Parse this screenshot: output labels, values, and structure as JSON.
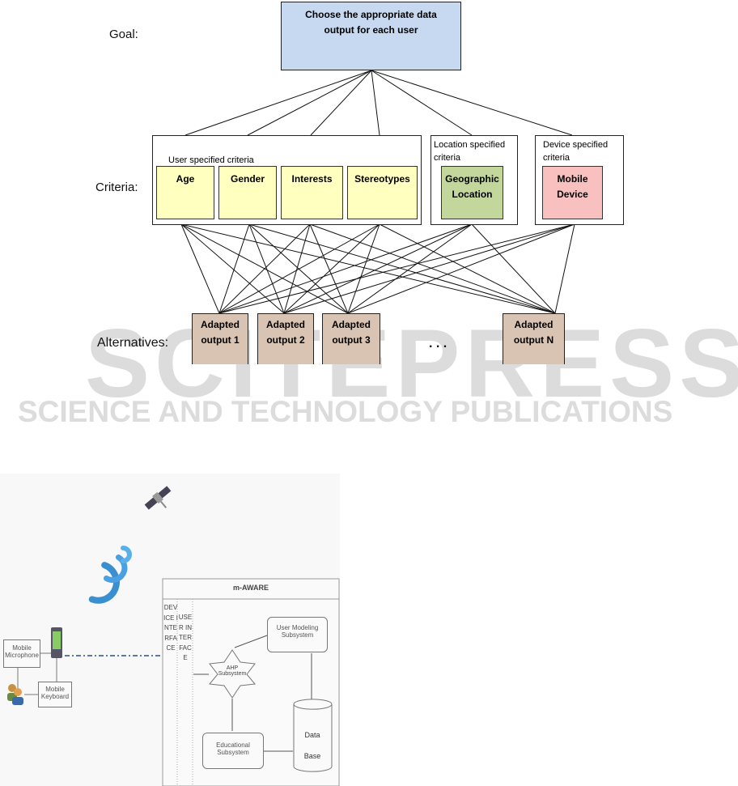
{
  "labels": {
    "goal": "Goal:",
    "criteria": "Criteria:",
    "alternatives": "Alternatives:"
  },
  "goal_box": "Choose the appropriate data output for each user",
  "groups": {
    "user": "User specified criteria",
    "location": "Location specified criteria",
    "device": "Device specified criteria"
  },
  "criteria": [
    "Age",
    "Gender",
    "Interests",
    "Stereotypes",
    "Geographic Location",
    "Mobile Device"
  ],
  "alternatives": [
    "Adapted output 1",
    "Adapted output 2",
    "Adapted output 3",
    "Adapted output N"
  ],
  "ellipsis": ". . .",
  "watermark": {
    "main": "SCITEPRESS",
    "sub": "SCIENCE AND TECHNOLOGY PUBLICATIONS"
  },
  "colors": {
    "goal": "#c6d9f1",
    "user": "#ffffc0",
    "location": "#c3d69b",
    "device": "#f9c0c0",
    "alt": "#d9c4b3"
  },
  "arch": {
    "title": "m-AWARE",
    "device_interface": "DEVICE INTERFACE",
    "user_interface": "USER INTERFACE",
    "microphone": "Mobile Microphone",
    "keyboard": "Mobile Keyboard",
    "user_modeling": "User Modeling Subsystem",
    "ahp": "AHP Subsystem",
    "educational": "Educational Subsystem",
    "database": "Data Base"
  }
}
